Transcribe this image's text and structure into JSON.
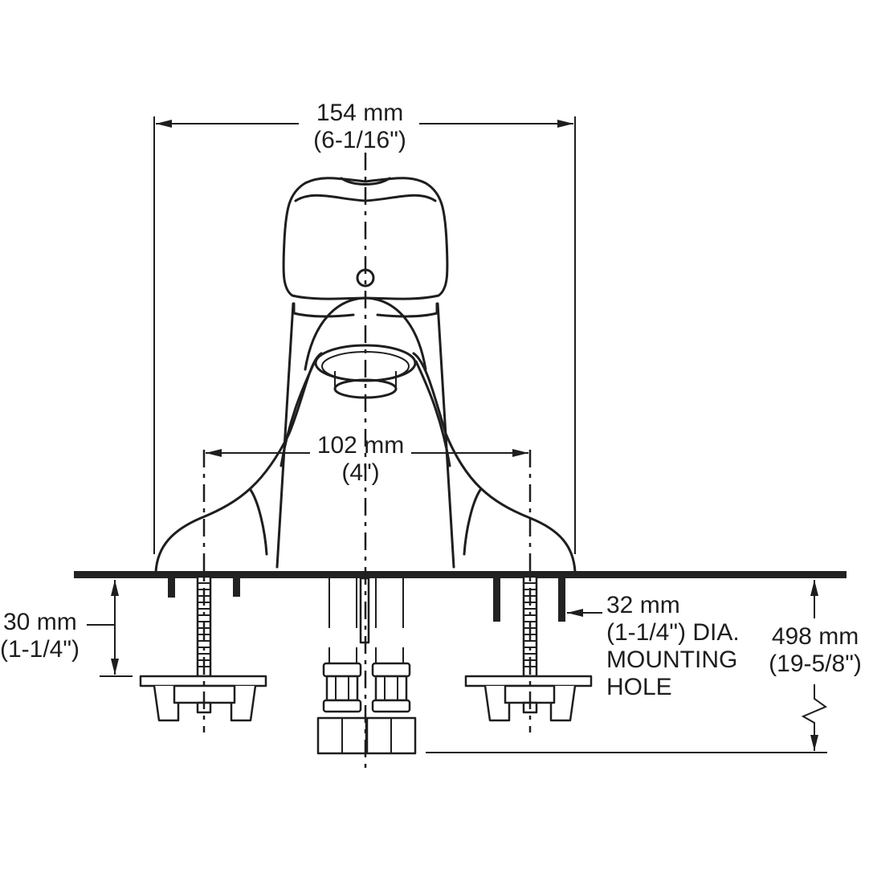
{
  "diagram": {
    "subject": "Single-hole faucet with 4\" centerset escutcheon, front elevation dimension drawing",
    "colors": {
      "line": "#1e1e1e",
      "fill": "#222222",
      "background": "#ffffff"
    }
  },
  "dimensions": {
    "overall_width": {
      "metric": "154 mm",
      "imperial": "(6-1/16\")"
    },
    "center_spacing": {
      "metric": "102 mm",
      "imperial": "(4\")"
    },
    "deck_thickness": {
      "metric": "30 mm",
      "imperial": "(1-1/4\")"
    },
    "mounting_hole": {
      "line1": "32 mm",
      "line2": "(1-1/4\") DIA.",
      "line3": "MOUNTING",
      "line4": "HOLE"
    },
    "supply_length": {
      "metric": "498 mm",
      "imperial": "(19-5/8\")"
    }
  },
  "icons": {
    "arrow": "arrowhead",
    "break": "zigzag-break-symbol",
    "centerline": "dash-dot-centerline"
  }
}
